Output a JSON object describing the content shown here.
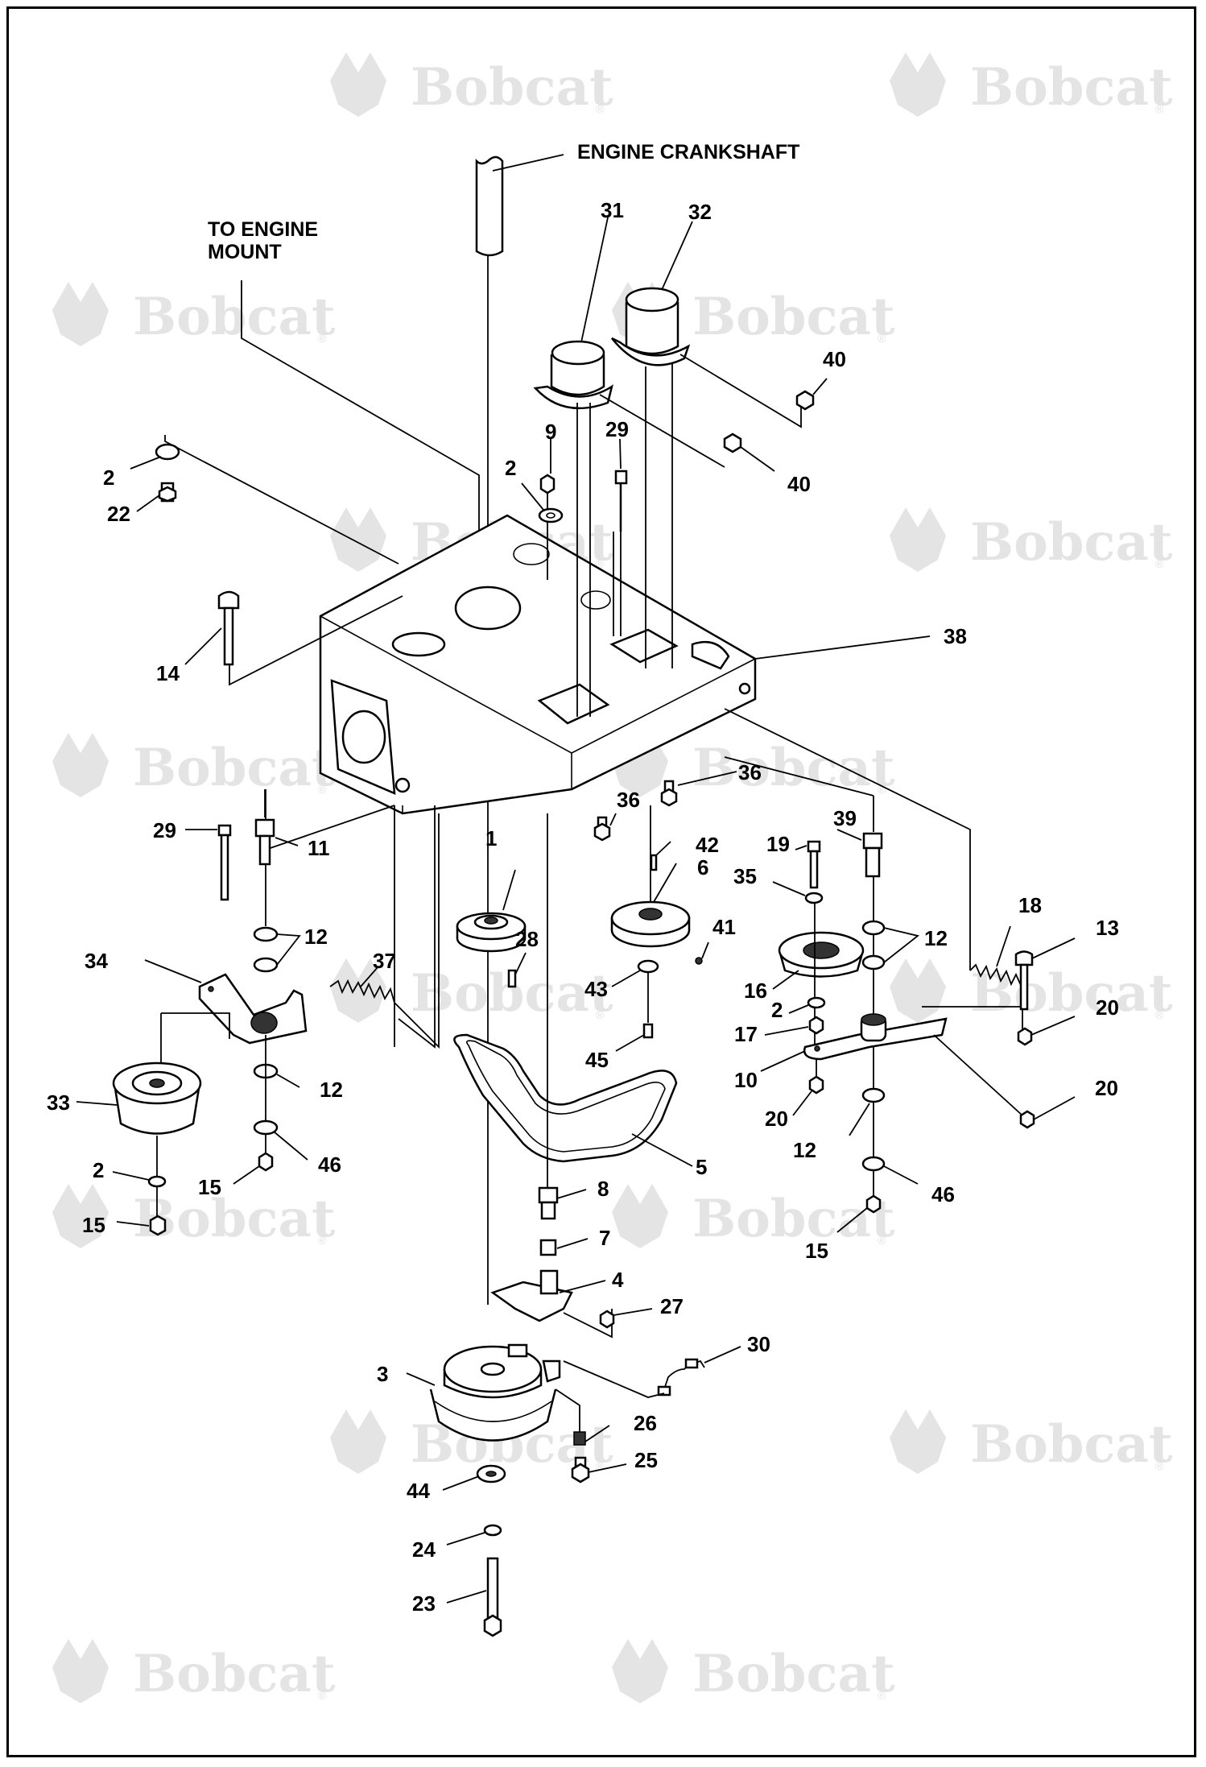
{
  "watermark": {
    "brand": "Bobcat",
    "reg": "®"
  },
  "titles": {
    "crankshaft": "ENGINE CRANKSHAFT",
    "mount_line1": "TO ENGINE",
    "mount_line2": "MOUNT"
  },
  "labels": [
    {
      "id": "l31",
      "text": "31"
    },
    {
      "id": "l32",
      "text": "32"
    },
    {
      "id": "l40a",
      "text": "40"
    },
    {
      "id": "l40b",
      "text": "40"
    },
    {
      "id": "l9",
      "text": "9"
    },
    {
      "id": "l29a",
      "text": "29"
    },
    {
      "id": "l2a",
      "text": "2"
    },
    {
      "id": "l22",
      "text": "22"
    },
    {
      "id": "l2b",
      "text": "2"
    },
    {
      "id": "l14",
      "text": "14"
    },
    {
      "id": "l38",
      "text": "38"
    },
    {
      "id": "l36a",
      "text": "36"
    },
    {
      "id": "l36b",
      "text": "36"
    },
    {
      "id": "l1",
      "text": "1"
    },
    {
      "id": "l39",
      "text": "39"
    },
    {
      "id": "l29b",
      "text": "29"
    },
    {
      "id": "l11",
      "text": "11"
    },
    {
      "id": "l42",
      "text": "42"
    },
    {
      "id": "l19",
      "text": "19"
    },
    {
      "id": "l12a",
      "text": "12"
    },
    {
      "id": "l6",
      "text": "6"
    },
    {
      "id": "l35",
      "text": "35"
    },
    {
      "id": "l18",
      "text": "18"
    },
    {
      "id": "l13",
      "text": "13"
    },
    {
      "id": "l28",
      "text": "28"
    },
    {
      "id": "l41",
      "text": "41"
    },
    {
      "id": "l12b",
      "text": "12"
    },
    {
      "id": "l34",
      "text": "34"
    },
    {
      "id": "l37",
      "text": "37"
    },
    {
      "id": "l43",
      "text": "43"
    },
    {
      "id": "l16",
      "text": "16"
    },
    {
      "id": "l2c",
      "text": "2"
    },
    {
      "id": "l20a",
      "text": "20"
    },
    {
      "id": "l17",
      "text": "17"
    },
    {
      "id": "l45",
      "text": "45"
    },
    {
      "id": "l10",
      "text": "10"
    },
    {
      "id": "l33",
      "text": "33"
    },
    {
      "id": "l12c",
      "text": "12"
    },
    {
      "id": "l20b",
      "text": "20"
    },
    {
      "id": "l20c",
      "text": "20"
    },
    {
      "id": "l5",
      "text": "5"
    },
    {
      "id": "l12d",
      "text": "12"
    },
    {
      "id": "l2d",
      "text": "2"
    },
    {
      "id": "l46a",
      "text": "46"
    },
    {
      "id": "l15a",
      "text": "15"
    },
    {
      "id": "l8",
      "text": "8"
    },
    {
      "id": "l46b",
      "text": "46"
    },
    {
      "id": "l15b",
      "text": "15"
    },
    {
      "id": "l7",
      "text": "7"
    },
    {
      "id": "l15c",
      "text": "15"
    },
    {
      "id": "l4",
      "text": "4"
    },
    {
      "id": "l27",
      "text": "27"
    },
    {
      "id": "l30",
      "text": "30"
    },
    {
      "id": "l3",
      "text": "3"
    },
    {
      "id": "l26",
      "text": "26"
    },
    {
      "id": "l25",
      "text": "25"
    },
    {
      "id": "l44",
      "text": "44"
    },
    {
      "id": "l24",
      "text": "24"
    },
    {
      "id": "l23",
      "text": "23"
    }
  ]
}
